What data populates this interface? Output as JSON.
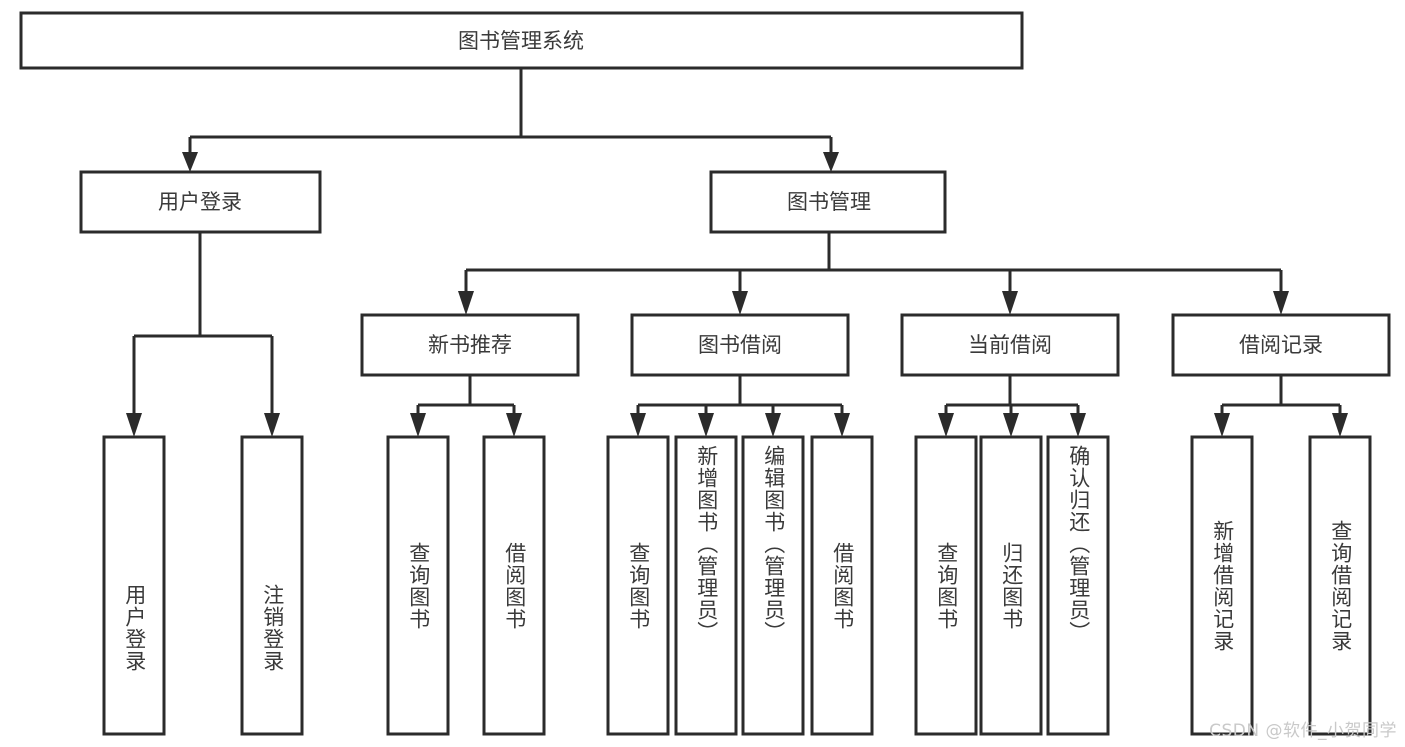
{
  "diagram": {
    "title": "图书管理系统",
    "watermark": "CSDN @软件_小贺同学",
    "colors": {
      "background": "#ffffff",
      "stroke": "#2b2b2b",
      "text": "#3a3a3a",
      "watermark": "#c9c9c9"
    },
    "root": {
      "label": "图书管理系统"
    },
    "level2": [
      {
        "label": "用户登录"
      },
      {
        "label": "图书管理"
      }
    ],
    "level3": [
      {
        "label": "新书推荐"
      },
      {
        "label": "图书借阅"
      },
      {
        "label": "当前借阅"
      },
      {
        "label": "借阅记录"
      }
    ],
    "leaves": {
      "user_login": [
        {
          "label": "用户登录"
        },
        {
          "label": "注销登录"
        }
      ],
      "new_book_recommend": [
        {
          "label": "查询图书"
        },
        {
          "label": "借阅图书"
        }
      ],
      "book_borrow": [
        {
          "label": "查询图书"
        },
        {
          "label": "新增图书（管理员）"
        },
        {
          "label": "编辑图书（管理员）"
        },
        {
          "label": "借阅图书"
        }
      ],
      "current_borrow": [
        {
          "label": "查询图书"
        },
        {
          "label": "归还图书"
        },
        {
          "label": "确认归还（管理员）"
        }
      ],
      "borrow_record": [
        {
          "label": "新增借阅记录"
        },
        {
          "label": "查询借阅记录"
        }
      ]
    }
  },
  "chart_data": {
    "type": "table",
    "title": "图书管理系统",
    "nodes": [
      {
        "id": "root",
        "label": "图书管理系统",
        "level": 0,
        "parent": null
      },
      {
        "id": "user-login",
        "label": "用户登录",
        "level": 1,
        "parent": "root"
      },
      {
        "id": "book-manage",
        "label": "图书管理",
        "level": 1,
        "parent": "root"
      },
      {
        "id": "user-login-leaf-1",
        "label": "用户登录",
        "level": 2,
        "parent": "user-login"
      },
      {
        "id": "user-login-leaf-2",
        "label": "注销登录",
        "level": 2,
        "parent": "user-login"
      },
      {
        "id": "new-book",
        "label": "新书推荐",
        "level": 2,
        "parent": "book-manage"
      },
      {
        "id": "book-borrow",
        "label": "图书借阅",
        "level": 2,
        "parent": "book-manage"
      },
      {
        "id": "current-borrow",
        "label": "当前借阅",
        "level": 2,
        "parent": "book-manage"
      },
      {
        "id": "borrow-record",
        "label": "借阅记录",
        "level": 2,
        "parent": "book-manage"
      },
      {
        "id": "new-book-leaf-1",
        "label": "查询图书",
        "level": 3,
        "parent": "new-book"
      },
      {
        "id": "new-book-leaf-2",
        "label": "借阅图书",
        "level": 3,
        "parent": "new-book"
      },
      {
        "id": "book-borrow-leaf-1",
        "label": "查询图书",
        "level": 3,
        "parent": "book-borrow"
      },
      {
        "id": "book-borrow-leaf-2",
        "label": "新增图书（管理员）",
        "level": 3,
        "parent": "book-borrow"
      },
      {
        "id": "book-borrow-leaf-3",
        "label": "编辑图书（管理员）",
        "level": 3,
        "parent": "book-borrow"
      },
      {
        "id": "book-borrow-leaf-4",
        "label": "借阅图书",
        "level": 3,
        "parent": "book-borrow"
      },
      {
        "id": "current-borrow-leaf-1",
        "label": "查询图书",
        "level": 3,
        "parent": "current-borrow"
      },
      {
        "id": "current-borrow-leaf-2",
        "label": "归还图书",
        "level": 3,
        "parent": "current-borrow"
      },
      {
        "id": "current-borrow-leaf-3",
        "label": "确认归还（管理员）",
        "level": 3,
        "parent": "current-borrow"
      },
      {
        "id": "borrow-record-leaf-1",
        "label": "新增借阅记录",
        "level": 3,
        "parent": "borrow-record"
      },
      {
        "id": "borrow-record-leaf-2",
        "label": "查询借阅记录",
        "level": 3,
        "parent": "borrow-record"
      }
    ]
  }
}
